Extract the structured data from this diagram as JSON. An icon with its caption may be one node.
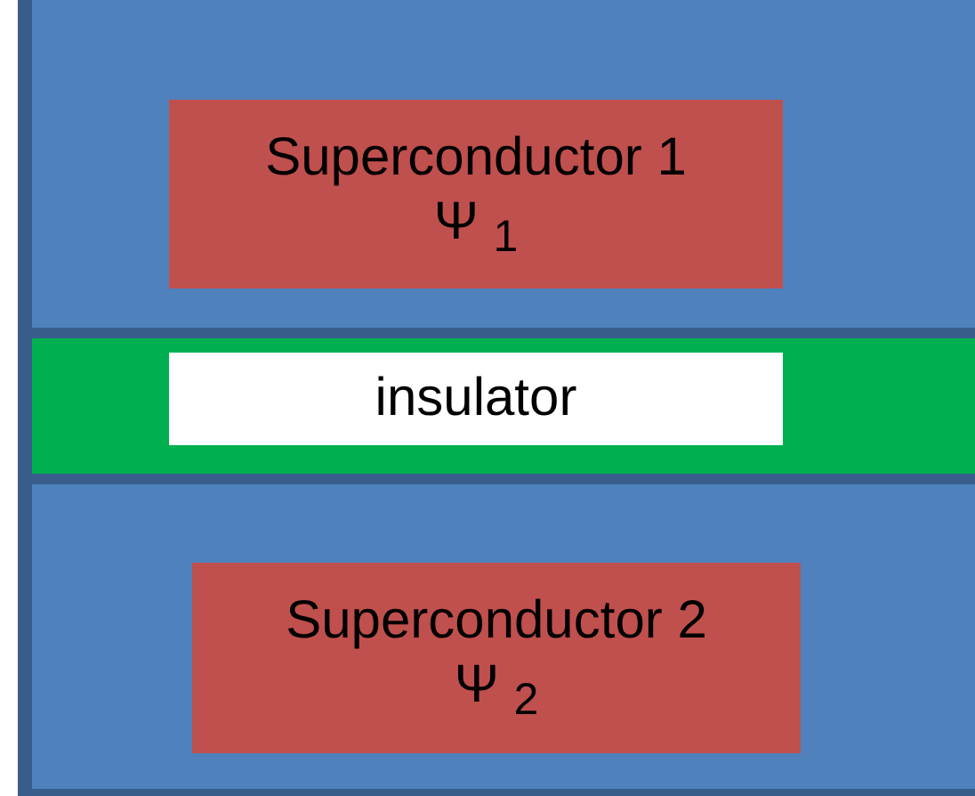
{
  "diagram": {
    "nodes": [
      {
        "text": [],
        "shape": "box"
      },
      {
        "text": [
          "Superconductor 1",
          "Ψ $_{1}$"
        ],
        "in": 0
      },
      {
        "text": [],
        "shape": "bar"
      },
      {
        "text": [
          "insulator"
        ],
        "in": 2
      },
      {
        "text": [],
        "shape": "box"
      },
      {
        "text": [
          "Superconductor 2",
          "Ψ $_{2}$"
        ],
        "in": 4
      }
    ]
  }
}
